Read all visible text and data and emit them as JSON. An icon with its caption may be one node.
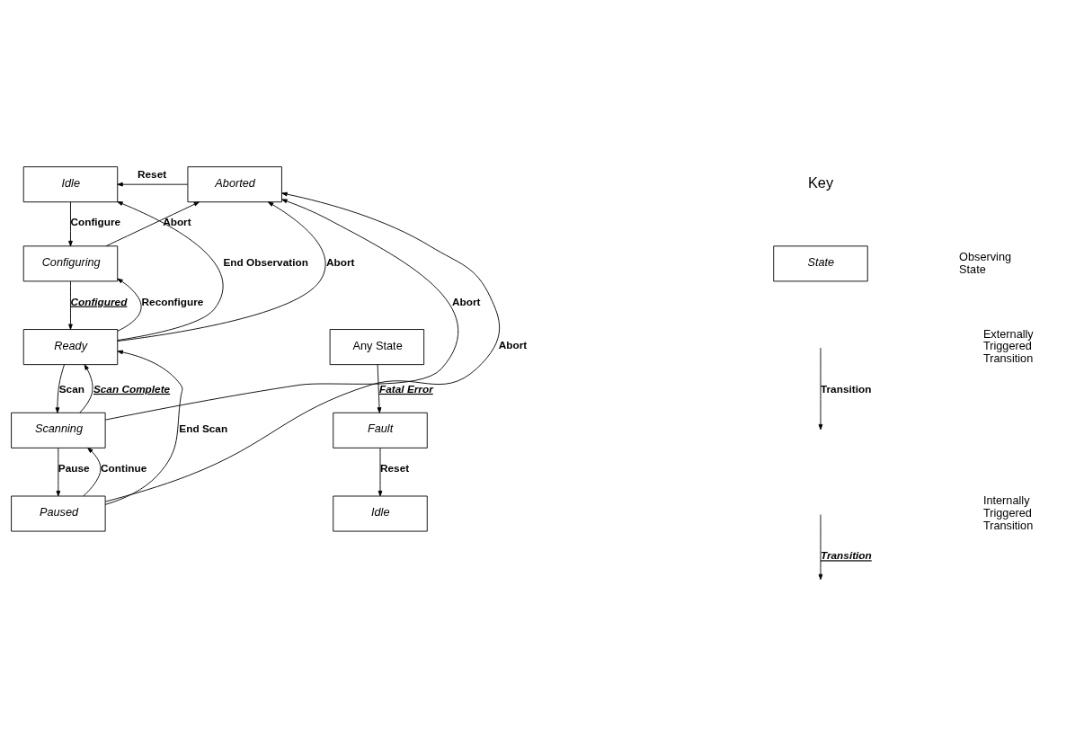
{
  "diagram": {
    "nodes": [
      {
        "text": [
          "Idle"
        ]
      },
      {
        "text": [
          "Aborted"
        ]
      },
      {
        "text": [
          "Configuring"
        ]
      },
      {
        "text": [
          "Ready"
        ]
      },
      {
        "text": [
          "Scanning"
        ]
      },
      {
        "text": [
          "Paused"
        ]
      },
      {
        "text": [
          "Any State"
        ]
      },
      {
        "text": [
          "Fault"
        ]
      },
      {
        "text": [
          "Idle"
        ]
      },
      {
        "text": [
          "State"
        ]
      }
    ],
    "edges": [
      {
        "from": 1,
        "to": 0,
        "arrow": "to",
        "label": "Reset"
      },
      {
        "from": 0,
        "to": 2,
        "arrow": "to",
        "label": "Configure"
      },
      {
        "from": 2,
        "to": 3,
        "arrow": "to",
        "label": "Configured"
      },
      {
        "from": 3,
        "to": 4,
        "arrow": "to",
        "label": "Scan"
      },
      {
        "from": 4,
        "to": 5,
        "arrow": "to",
        "label": "Pause"
      },
      {
        "from": 3,
        "to": 0,
        "arrow": "to",
        "label": "End Observation"
      },
      {
        "from": 3,
        "to": 2,
        "arrow": "to",
        "label": "Reconfigure"
      },
      {
        "from": 4,
        "to": 3,
        "arrow": "to",
        "label": "Scan Complete"
      },
      {
        "from": 5,
        "to": 3,
        "arrow": "to",
        "label": "End Scan"
      },
      {
        "from": 5,
        "to": 4,
        "arrow": "to",
        "label": "Continue"
      },
      {
        "from": 2,
        "to": 1,
        "arrow": "to",
        "label": "Abort"
      },
      {
        "from": 3,
        "to": 1,
        "arrow": "to",
        "label": "Abort"
      },
      {
        "from": 4,
        "to": 1,
        "arrow": "to",
        "label": "Abort"
      },
      {
        "from": 5,
        "to": 1,
        "arrow": "to",
        "label": "Abort"
      },
      {
        "from": 6,
        "to": 7,
        "arrow": "to",
        "label": "Fatal Error"
      },
      {
        "from": 7,
        "to": 8,
        "arrow": "to",
        "label": "Reset"
      }
    ],
    "labels": [
      "Key",
      "Transition",
      "Transition"
    ],
    "legend": [
      {
        "text": "Observing State"
      },
      {
        "text": "Externally Triggered Transition"
      },
      {
        "text": "Internally Triggered Transition"
      }
    ]
  }
}
